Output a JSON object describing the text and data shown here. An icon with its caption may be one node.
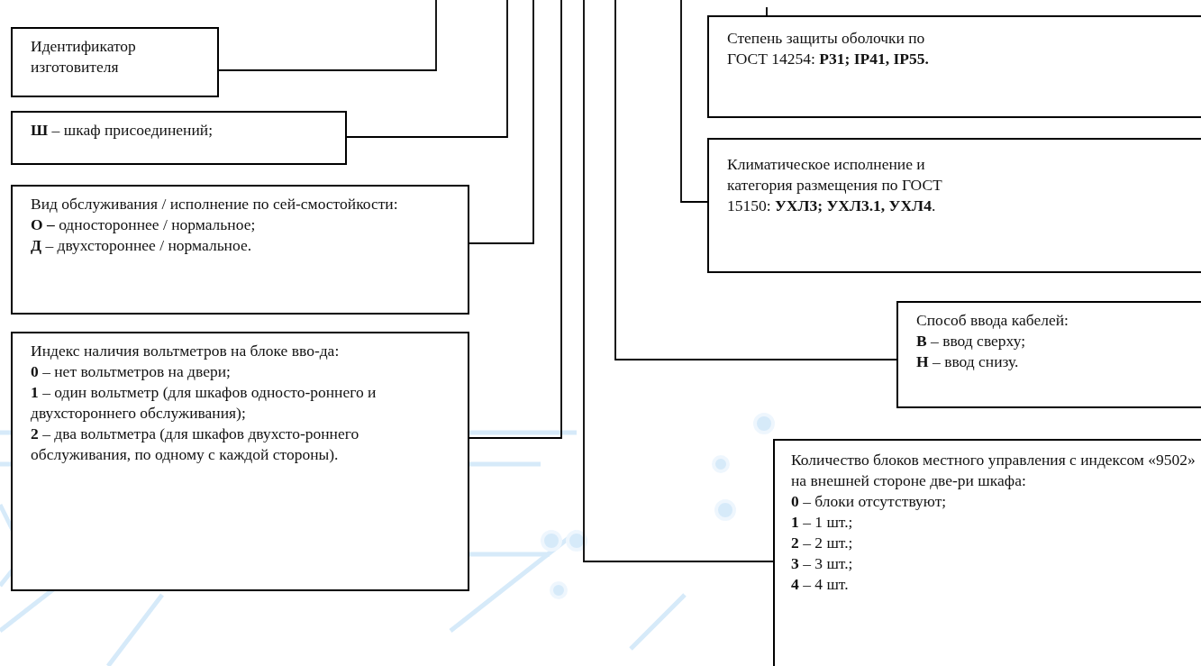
{
  "diagram": {
    "nodes": [
      {
        "text": [
          "Идентификатор изготовителя"
        ]
      },
      {
        "text": [
          "**Ш** – шкаф присоединений;"
        ]
      },
      {
        "text": [
          "Вид обслуживания / исполнение по сей-смостойкости:",
          "**О –** одностороннее / нормальное;",
          "**Д** – двухстороннее / нормальное."
        ]
      },
      {
        "text": [
          "Индекс наличия вольтметров на блоке вво-да:",
          "**0** – нет вольтметров на двери;",
          "**1** – один вольтметр (для шкафов односто-роннего и двухстороннего обслуживания);",
          "**2** – два вольтметра (для шкафов двухсто-роннего обслуживания, по одному с каждой стороны)."
        ]
      },
      {
        "text": [
          "Степень защиты оболочки по ГОСТ 14254: **P31; IP41, IP55.**"
        ]
      },
      {
        "text": [
          "Климатическое исполнение и категория размещения по ГОСТ 15150: **УХЛ3; УХЛ3.1, УХЛ4**."
        ]
      },
      {
        "text": [
          "Способ ввода кабелей:",
          "**В** – ввод сверху;",
          "**Н** – ввод снизу."
        ]
      },
      {
        "text": [
          "Количество блоков местного управления с индексом «9502» на внешней стороне две-ри шкафа:",
          "**0** – блоки отсутствуют;",
          "**1** – 1 шт.;",
          "**2** – 2 шт.;",
          "**3** – 3 шт.;",
          "**4** – 4 шт."
        ]
      }
    ],
    "edges": [
      {
        "from": 0,
        "to": null,
        "arrow": "none"
      },
      {
        "from": 1,
        "to": null,
        "arrow": "none"
      },
      {
        "from": 2,
        "to": null,
        "arrow": "none"
      },
      {
        "from": 3,
        "to": null,
        "arrow": "none"
      },
      {
        "from": 7,
        "to": null,
        "arrow": "none"
      },
      {
        "from": 6,
        "to": null,
        "arrow": "none"
      },
      {
        "from": 5,
        "to": null,
        "arrow": "none"
      },
      {
        "from": 4,
        "to": null,
        "arrow": "none"
      }
    ]
  }
}
